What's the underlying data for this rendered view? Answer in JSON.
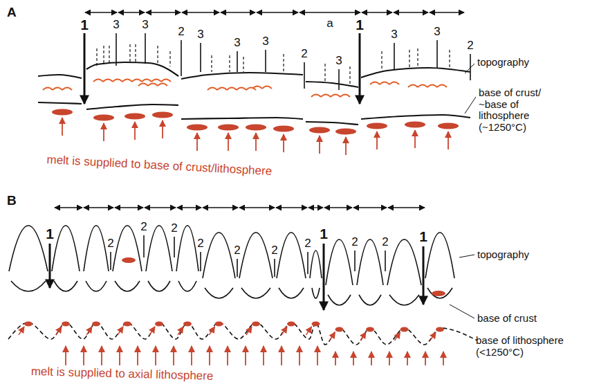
{
  "diagram": {
    "labels": [
      "A",
      "1",
      "3",
      "3",
      "2",
      "3",
      "3",
      "3",
      "2",
      "a",
      "3",
      "1",
      "3",
      "3",
      "2",
      "topography",
      "base of crust/ ~base of lithosphere (~1250°C)",
      "melt is supplied to base of crust/lithosphere",
      "B",
      "1",
      "2",
      "2",
      "2",
      "2",
      "2",
      "2",
      "2",
      "1",
      "2",
      "2",
      "1",
      "topography",
      "base of crust",
      "base of lithosphere (<1250°C)",
      "melt is supplied to axial lithosphere"
    ]
  }
}
